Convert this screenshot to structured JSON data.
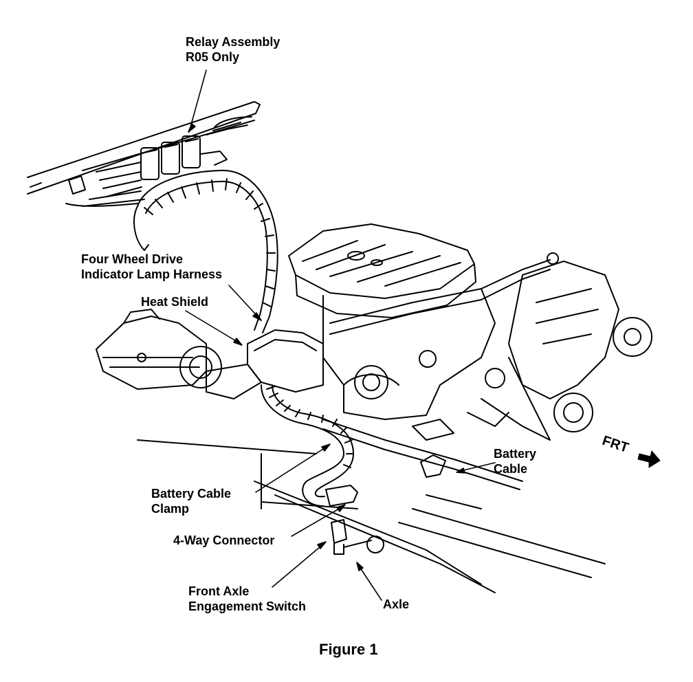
{
  "labels": {
    "relay_line1": "Relay Assembly",
    "relay_line2": "R05 Only",
    "fwd_line1": "Four Wheel Drive",
    "fwd_line2": "Indicator Lamp Harness",
    "heat_shield": "Heat Shield",
    "battery_cable_line1": "Battery",
    "battery_cable_line2": "Cable",
    "clamp_line1": "Battery Cable",
    "clamp_line2": "Clamp",
    "connector": "4-Way Connector",
    "switch_line1": "Front Axle",
    "switch_line2": "Engagement Switch",
    "axle": "Axle",
    "frt": "FRT"
  },
  "caption": "Figure 1",
  "colors": {
    "ink": "#000000",
    "paper": "#ffffff"
  }
}
